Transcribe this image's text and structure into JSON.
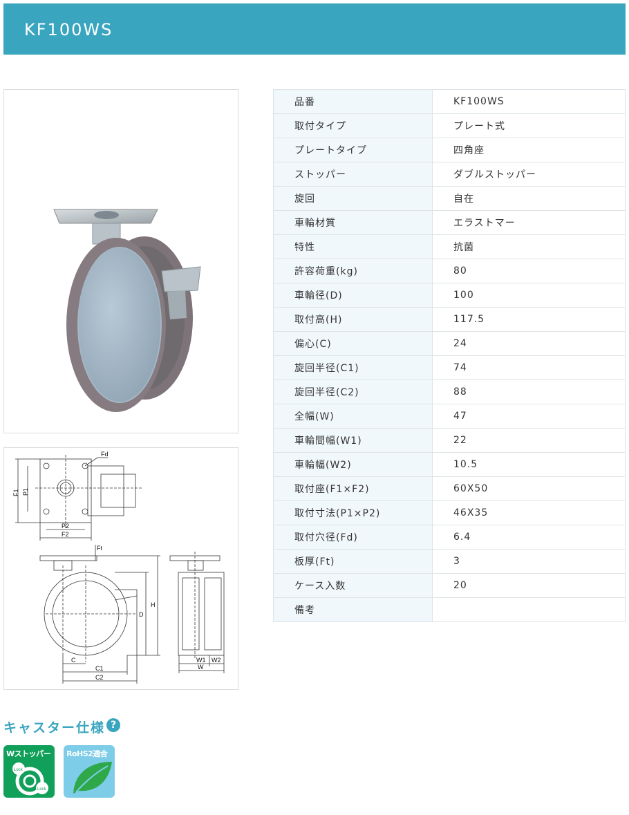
{
  "header": {
    "title": "KF100WS"
  },
  "spec": {
    "rows": [
      {
        "key": "品番",
        "value": "KF100WS"
      },
      {
        "key": "取付タイプ",
        "value": "プレート式"
      },
      {
        "key": "プレートタイプ",
        "value": "四角座"
      },
      {
        "key": "ストッパー",
        "value": "ダブルストッパー"
      },
      {
        "key": "旋回",
        "value": "自在"
      },
      {
        "key": "車輪材質",
        "value": "エラストマー"
      },
      {
        "key": "特性",
        "value": "抗菌"
      },
      {
        "key": "許容荷重(kg)",
        "value": "80"
      },
      {
        "key": "車輪径(D)",
        "value": "100"
      },
      {
        "key": "取付高(H)",
        "value": "117.5"
      },
      {
        "key": "偏心(C)",
        "value": "24"
      },
      {
        "key": "旋回半径(C1)",
        "value": "74"
      },
      {
        "key": "旋回半径(C2)",
        "value": "88"
      },
      {
        "key": "全幅(W)",
        "value": "47"
      },
      {
        "key": "車輪間幅(W1)",
        "value": "22"
      },
      {
        "key": "車輪幅(W2)",
        "value": "10.5"
      },
      {
        "key": "取付座(F1×F2)",
        "value": "60X50"
      },
      {
        "key": "取付寸法(P1×P2)",
        "value": "46X35"
      },
      {
        "key": "取付穴径(Fd)",
        "value": "6.4"
      },
      {
        "key": "板厚(Ft)",
        "value": "3"
      },
      {
        "key": "ケース入数",
        "value": "20"
      },
      {
        "key": "備考",
        "value": ""
      }
    ]
  },
  "drawing": {
    "labels": {
      "fd": "Fd",
      "f1": "F1",
      "p1": "P1",
      "p2": "P2",
      "f2": "F2",
      "ft": "Ft",
      "d": "D",
      "h": "H",
      "c": "C",
      "c1": "C1",
      "c2": "C2",
      "w1": "W1",
      "w2": "W2",
      "w": "W"
    }
  },
  "features": {
    "title": "キャスター仕様",
    "help_glyph": "?",
    "badges": [
      {
        "label": "Wストッパー",
        "sub1": "Lock",
        "sub2": "Lock",
        "color": "#10a05a"
      },
      {
        "label": "RoHS2適合",
        "color": "#7dcce8"
      }
    ]
  },
  "colors": {
    "accent": "#3aa5bf",
    "key_bg": "#f1f8fb"
  }
}
